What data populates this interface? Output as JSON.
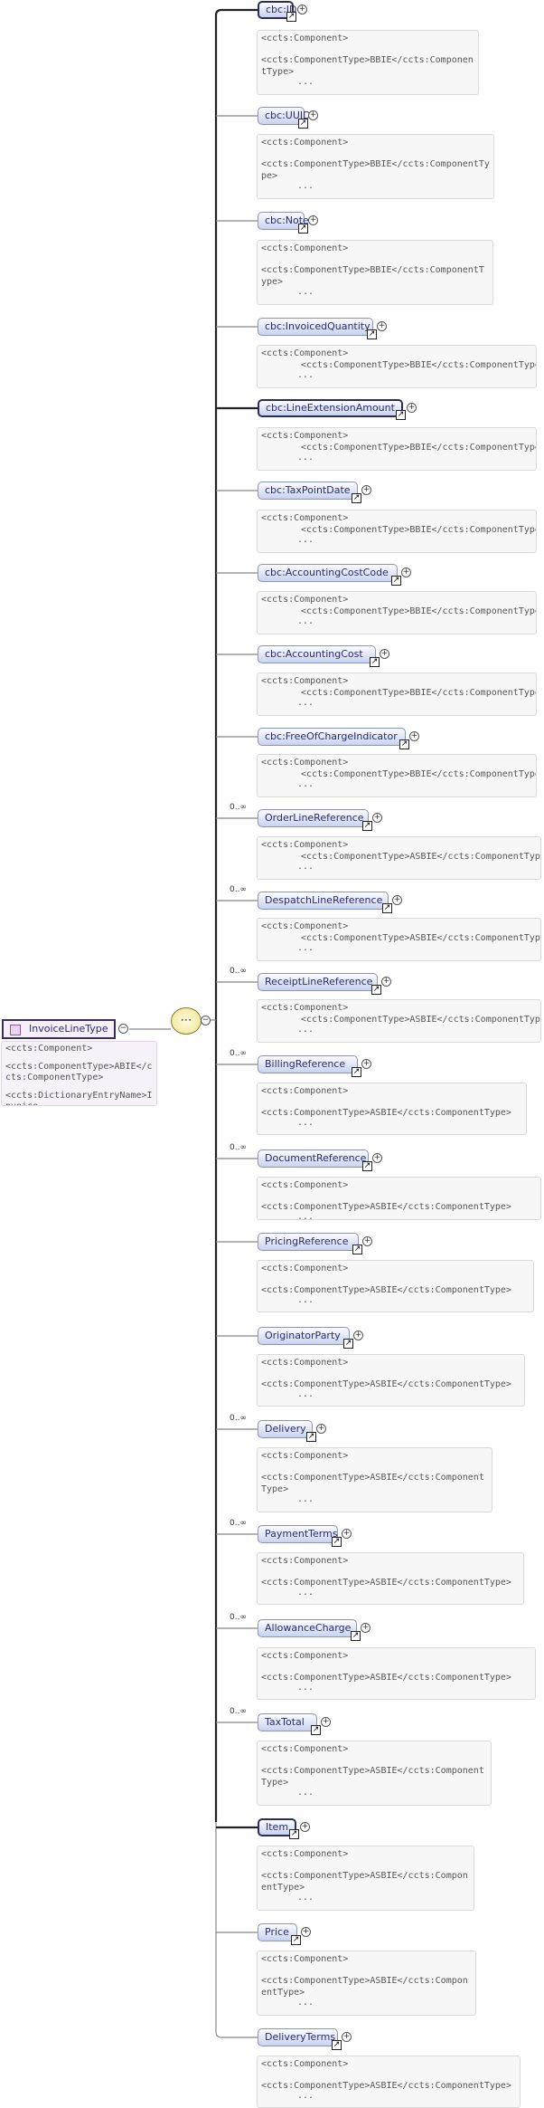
{
  "root": {
    "label": "InvoiceLineType",
    "doc": [
      "<ccts:Component>",
      "<ccts:ComponentType>ABIE</ccts:ComponentType>",
      "<ccts:DictionaryEntryName>Invoice..."
    ]
  },
  "elements": [
    {
      "label": "cbc:ID",
      "mandatory": true,
      "occ": "",
      "doc": [
        "<ccts:Component>",
        "<ccts:ComponentType>BBIE</ccts:ComponentType>"
      ],
      "style": "wrap"
    },
    {
      "label": "cbc:UUID",
      "mandatory": false,
      "occ": "",
      "doc": [
        "<ccts:Component>",
        "<ccts:ComponentType>BBIE</ccts:ComponentType>"
      ],
      "style": "wrap"
    },
    {
      "label": "cbc:Note",
      "mandatory": false,
      "occ": "",
      "doc": [
        "<ccts:Component>",
        "<ccts:ComponentType>BBIE</ccts:ComponentType>"
      ],
      "style": "wrap"
    },
    {
      "label": "cbc:InvoicedQuantity",
      "mandatory": false,
      "occ": "",
      "doc": [
        "<ccts:Component>",
        "<ccts:ComponentType>BBIE</ccts:ComponentType>"
      ],
      "style": "indent"
    },
    {
      "label": "cbc:LineExtensionAmount",
      "mandatory": true,
      "occ": "",
      "doc": [
        "<ccts:Component>",
        "<ccts:ComponentType>BBIE</ccts:ComponentType>"
      ],
      "style": "indent"
    },
    {
      "label": "cbc:TaxPointDate",
      "mandatory": false,
      "occ": "",
      "doc": [
        "<ccts:Component>",
        "<ccts:ComponentType>BBIE</ccts:ComponentType>"
      ],
      "style": "indent"
    },
    {
      "label": "cbc:AccountingCostCode",
      "mandatory": false,
      "occ": "",
      "doc": [
        "<ccts:Component>",
        "<ccts:ComponentType>BBIE</ccts:ComponentType>"
      ],
      "style": "indent"
    },
    {
      "label": "cbc:AccountingCost",
      "mandatory": false,
      "occ": "",
      "doc": [
        "<ccts:Component>",
        "<ccts:ComponentType>BBIE</ccts:ComponentType>"
      ],
      "style": "indent"
    },
    {
      "label": "cbc:FreeOfChargeIndicator",
      "mandatory": false,
      "occ": "",
      "doc": [
        "<ccts:Component>",
        "<ccts:ComponentType>BBIE</ccts:ComponentType>"
      ],
      "style": "indent"
    },
    {
      "label": "OrderLineReference",
      "mandatory": false,
      "occ": "0..∞",
      "doc": [
        "<ccts:Component>",
        "<ccts:ComponentType>ASBIE</ccts:ComponentType>"
      ],
      "style": "indent"
    },
    {
      "label": "DespatchLineReference",
      "mandatory": false,
      "occ": "0..∞",
      "doc": [
        "<ccts:Component>",
        "<ccts:ComponentType>ASBIE</ccts:ComponentType>"
      ],
      "style": "indent"
    },
    {
      "label": "ReceiptLineReference",
      "mandatory": false,
      "occ": "0..∞",
      "doc": [
        "<ccts:Component>",
        "<ccts:ComponentType>ASBIE</ccts:ComponentType>"
      ],
      "style": "indent"
    },
    {
      "label": "BillingReference",
      "mandatory": false,
      "occ": "0..∞",
      "doc": [
        "<ccts:Component>",
        "<ccts:ComponentType>ASBIE</ccts:ComponentType>"
      ],
      "style": "flat"
    },
    {
      "label": "DocumentReference",
      "mandatory": false,
      "occ": "0..∞",
      "doc": [
        "<ccts:Component>",
        "<ccts:ComponentType>ASBIE</ccts:ComponentType>"
      ],
      "style": "flat"
    },
    {
      "label": "PricingReference",
      "mandatory": false,
      "occ": "",
      "doc": [
        "<ccts:Component>",
        "<ccts:ComponentType>ASBIE</ccts:ComponentType>"
      ],
      "style": "flat"
    },
    {
      "label": "OriginatorParty",
      "mandatory": false,
      "occ": "",
      "doc": [
        "<ccts:Component>",
        "<ccts:ComponentType>ASBIE</ccts:ComponentType>"
      ],
      "style": "flat"
    },
    {
      "label": "Delivery",
      "mandatory": false,
      "occ": "0..∞",
      "doc": [
        "<ccts:Component>",
        "<ccts:ComponentType>ASBIE</ccts:ComponentType>"
      ],
      "style": "wrap"
    },
    {
      "label": "PaymentTerms",
      "mandatory": false,
      "occ": "0..∞",
      "doc": [
        "<ccts:Component>",
        "<ccts:ComponentType>ASBIE</ccts:ComponentType>"
      ],
      "style": "flat"
    },
    {
      "label": "AllowanceCharge",
      "mandatory": false,
      "occ": "0..∞",
      "doc": [
        "<ccts:Component>",
        "<ccts:ComponentType>ASBIE</ccts:ComponentType>"
      ],
      "style": "flat"
    },
    {
      "label": "TaxTotal",
      "mandatory": false,
      "occ": "0..∞",
      "doc": [
        "<ccts:Component>",
        "<ccts:ComponentType>ASBIE</ccts:ComponentType>"
      ],
      "style": "wrap"
    },
    {
      "label": "Item",
      "mandatory": true,
      "occ": "",
      "doc": [
        "<ccts:Component>",
        "<ccts:ComponentType>ASBIE</ccts:ComponentType>"
      ],
      "style": "wrap"
    },
    {
      "label": "Price",
      "mandatory": false,
      "occ": "",
      "doc": [
        "<ccts:Component>",
        "<ccts:ComponentType>ASBIE</ccts:ComponentType>"
      ],
      "style": "wrap"
    },
    {
      "label": "DeliveryTerms",
      "mandatory": false,
      "occ": "",
      "doc": [
        "<ccts:Component>",
        "<ccts:ComponentType>ASBIE</ccts:ComponentType>"
      ],
      "style": "flat"
    }
  ],
  "ellipsis": "...",
  "icons": {
    "link": "link-arrow-icon",
    "expand": "plus-icon",
    "sequence": "sequence-compositor-icon"
  },
  "colors": {
    "mandatory_border": "#2b2f55",
    "optional_border": "#8c93b8",
    "box_fill": "#c9d2f0",
    "card_fill": "#f7f7f7",
    "root_fill": "#f6eef8",
    "sequence_fill": "#efe28a"
  }
}
